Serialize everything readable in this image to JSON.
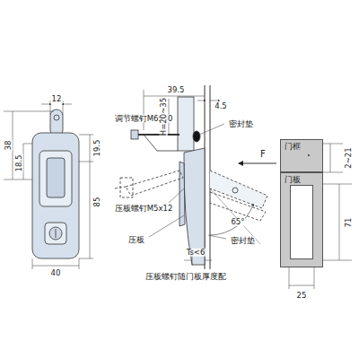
{
  "diagram": {
    "nodes": [
      {
        "text": [
          "门框"
        ]
      },
      {
        "text": [
          "门板"
        ]
      }
    ],
    "labels": [
      "12",
      "38",
      "18.5",
      "19.5",
      "85",
      "40",
      "调节螺钉M6x30",
      "39.5",
      "H=20~35",
      "4.5",
      "密封垫",
      "F",
      "压板螺钉M5x12",
      "压板",
      "65°",
      "密封垫",
      "Ts<6",
      "压板螺钉随门板厚度配",
      "2~21",
      "71",
      "25"
    ]
  }
}
